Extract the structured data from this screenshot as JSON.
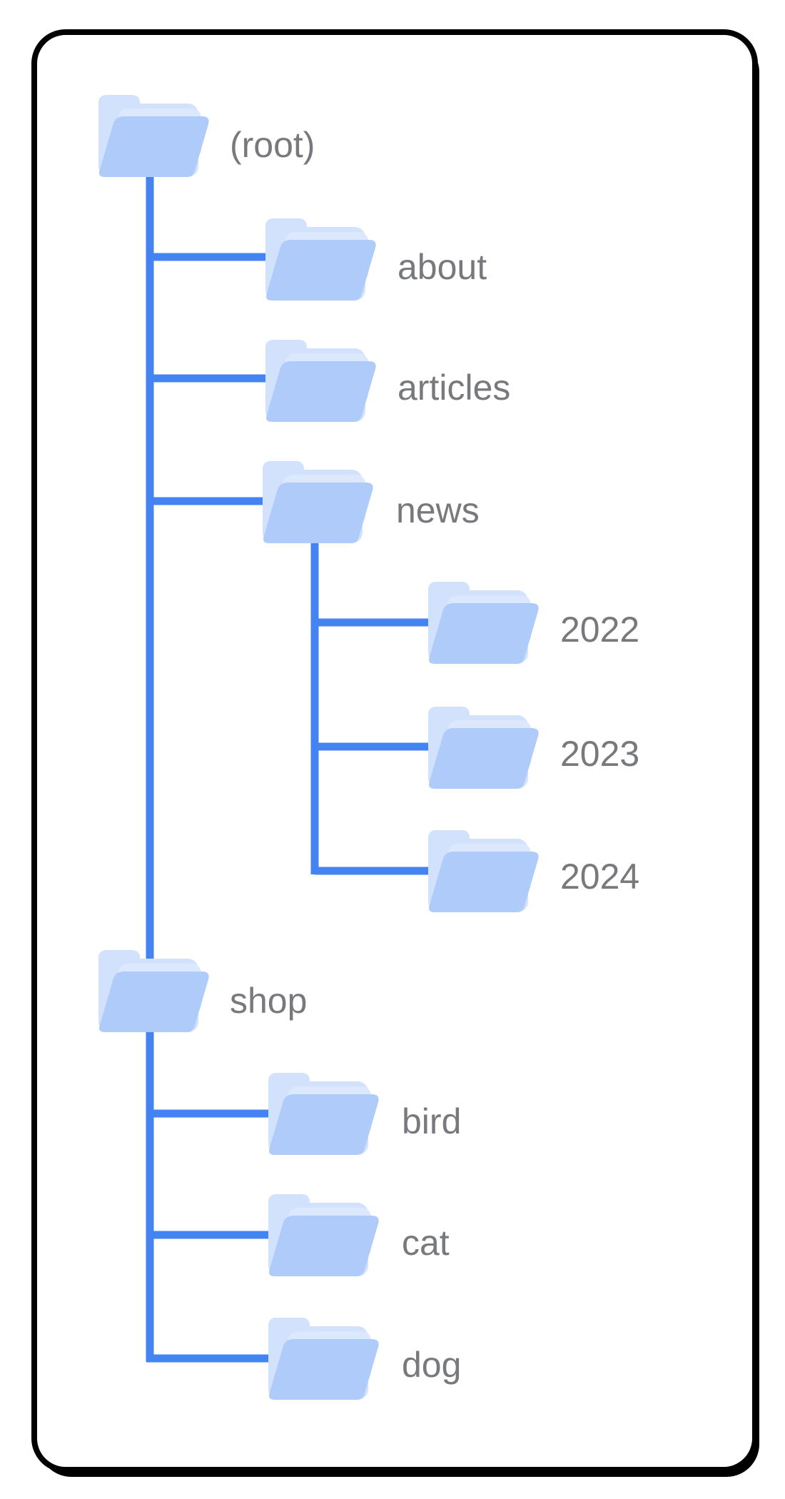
{
  "diagram": {
    "kind": "folder-tree",
    "nodes": [
      {
        "id": "root",
        "label": "(root)",
        "parent": null
      },
      {
        "id": "about",
        "label": "about",
        "parent": "root"
      },
      {
        "id": "articles",
        "label": "articles",
        "parent": "root"
      },
      {
        "id": "news",
        "label": "news",
        "parent": "root"
      },
      {
        "id": "y2022",
        "label": "2022",
        "parent": "news"
      },
      {
        "id": "y2023",
        "label": "2023",
        "parent": "news"
      },
      {
        "id": "y2024",
        "label": "2024",
        "parent": "news"
      },
      {
        "id": "shop",
        "label": "shop",
        "parent": "root"
      },
      {
        "id": "bird",
        "label": "bird",
        "parent": "shop"
      },
      {
        "id": "cat",
        "label": "cat",
        "parent": "shop"
      },
      {
        "id": "dog",
        "label": "dog",
        "parent": "shop"
      }
    ]
  },
  "colors": {
    "connector": "#4383f2",
    "folder_front": "#aecbfa",
    "folder_back": "#d3e2fc",
    "folder_mid": "#dce8fd",
    "label_text": "#77797c",
    "card_border": "#000000",
    "card_background": "#ffffff",
    "card_shadow": "#000000"
  }
}
